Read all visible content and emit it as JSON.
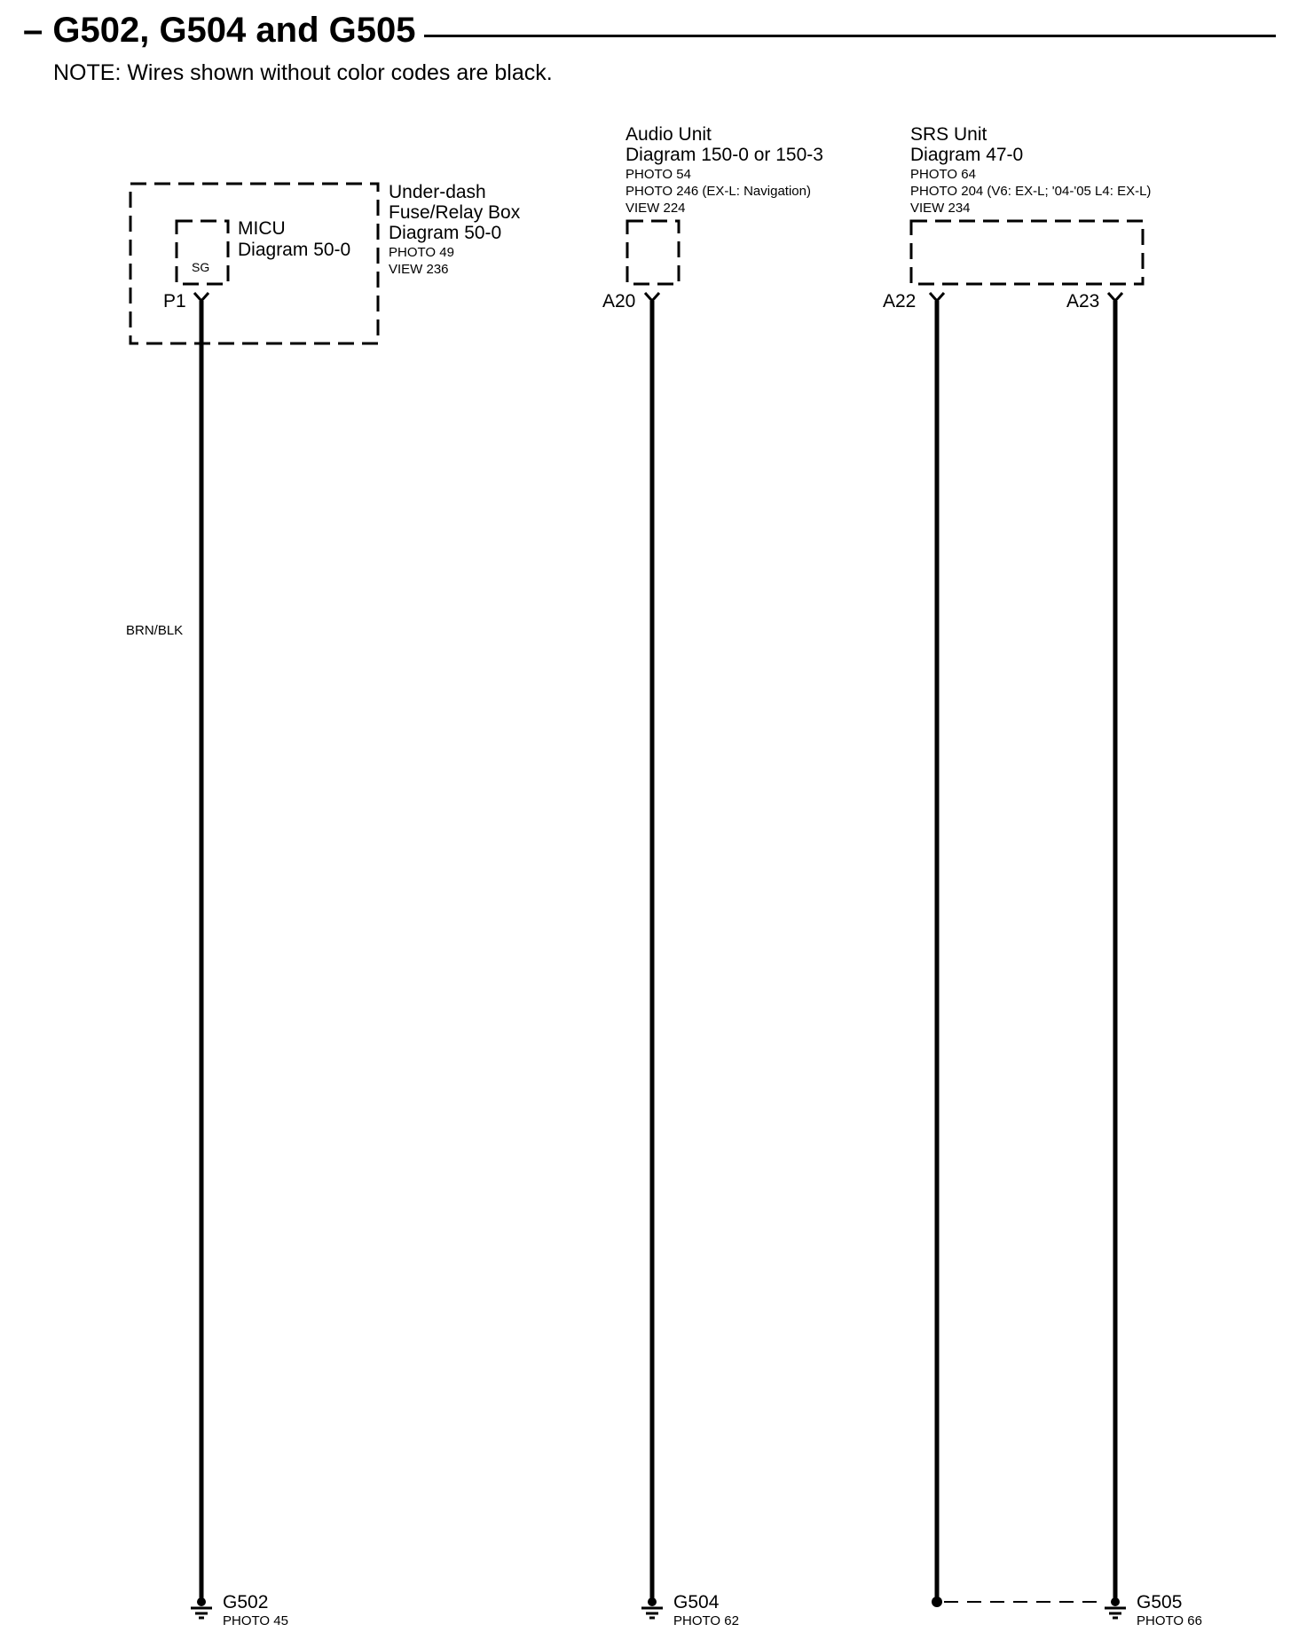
{
  "header": {
    "title": "– G502, G504 and G505",
    "note": "NOTE: Wires shown without color codes are black."
  },
  "components": {
    "underdash": {
      "name": "Under-dash",
      "name2": "Fuse/Relay Box",
      "diagram": "Diagram 50-0",
      "photo": "PHOTO 49",
      "view": "VIEW 236"
    },
    "micu": {
      "name": "MICU",
      "diagram": "Diagram 50-0",
      "terminal": "SG"
    },
    "audio": {
      "name": "Audio Unit",
      "diagram": "Diagram 150-0 or 150-3",
      "photo": "PHOTO 54",
      "photo2": "PHOTO 246 (EX-L: Navigation)",
      "view": "VIEW 224"
    },
    "srs": {
      "name": "SRS Unit",
      "diagram": "Diagram 47-0",
      "photo": "PHOTO 64",
      "photo2": "PHOTO 204 (V6: EX-L; '04-'05 L4: EX-L)",
      "view": "VIEW 234"
    }
  },
  "pins": {
    "p1": "P1",
    "a20": "A20",
    "a22": "A22",
    "a23": "A23"
  },
  "wires": {
    "micu_wire_color": "BRN/BLK"
  },
  "grounds": {
    "g502": {
      "name": "G502",
      "photo": "PHOTO 45"
    },
    "g504": {
      "name": "G504",
      "photo": "PHOTO 62"
    },
    "g505": {
      "name": "G505",
      "photo": "PHOTO 66"
    }
  },
  "colors": {
    "ink": "#000000",
    "background": "#ffffff"
  }
}
